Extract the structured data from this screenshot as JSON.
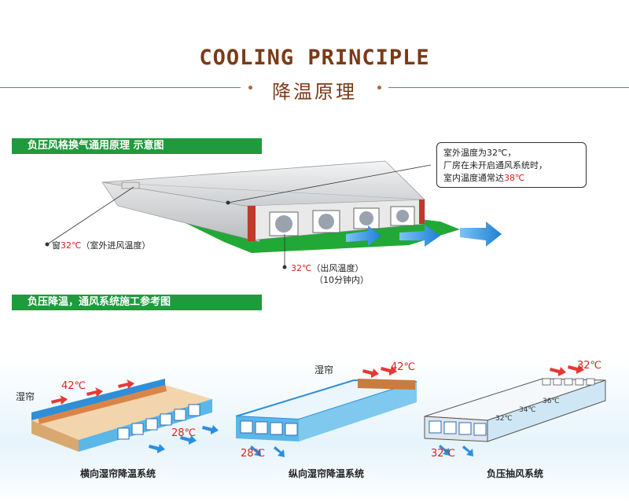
{
  "header": {
    "title_en": "COOLING PRINCIPLE",
    "title_cn": "降温原理"
  },
  "section1": {
    "banner": "负压风格换气通用原理 示意图",
    "callout": {
      "line1": "室外温度为32℃，",
      "line2": "厂房在未开启通风系统时，",
      "line3_prefix": "室内温度通常达",
      "line3_hot": "38℃"
    },
    "window_label": {
      "prefix": "窗",
      "temp": "32℃",
      "suffix": "（室外进风温度）"
    },
    "outlet_label": {
      "temp": "32℃",
      "line1": "（出风温度）",
      "line2": "（10分钟内）"
    }
  },
  "section2": {
    "banner": "负压降温，通风系统施工参考图",
    "diagrams": [
      {
        "caption": "横向湿帘降温系统",
        "pad_label": "湿帘",
        "temp_in": "42℃",
        "temp_out": "28℃"
      },
      {
        "caption": "纵向湿帘降温系统",
        "pad_label": "湿帘",
        "temp_in": "42℃",
        "temp_out": "28℃"
      },
      {
        "caption": "负压抽风系统",
        "temp_in": "32℃",
        "temp_out": "32℃",
        "gradient": [
          "32℃",
          "34℃",
          "36℃"
        ]
      }
    ]
  },
  "colors": {
    "brand_brown": "#7b3a17",
    "banner_green": "#1f9a3c",
    "hot_red": "#e02020",
    "air_blue": "#2a8fe0"
  }
}
